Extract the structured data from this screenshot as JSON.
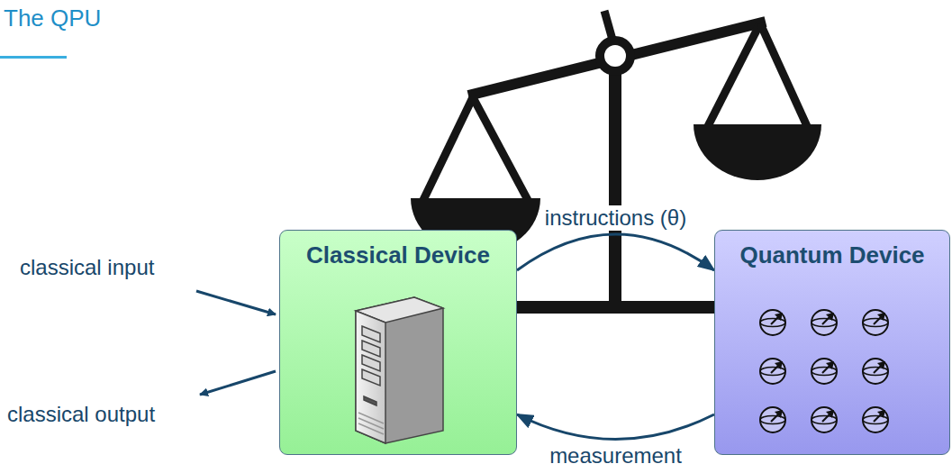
{
  "diagram": {
    "title": "The QPU",
    "nodes": [
      {
        "text": [
          "Classical Device"
        ]
      },
      {
        "text": [
          "Quantum Device"
        ]
      }
    ],
    "edges": [
      {
        "from": 0,
        "to": 1,
        "label": "instructions (θ)",
        "arrow": "to"
      },
      {
        "from": 1,
        "to": 0,
        "label": "measurement",
        "arrow": "to"
      }
    ],
    "labels": [
      "classical input",
      "classical output"
    ]
  }
}
